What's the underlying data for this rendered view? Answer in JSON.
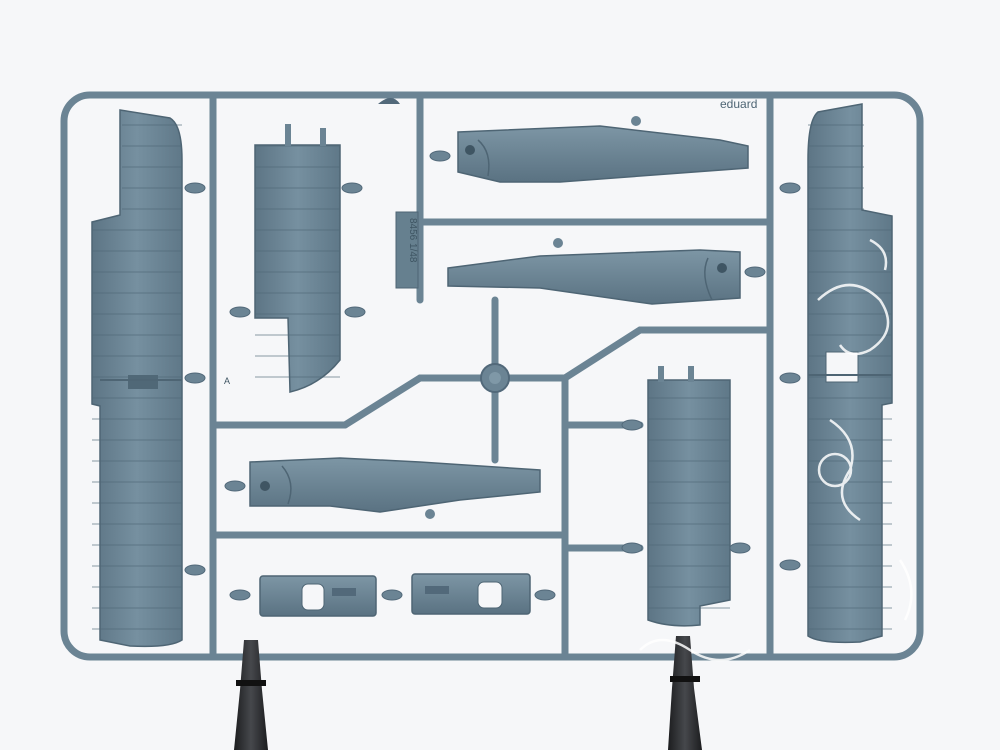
{
  "scene": {
    "subject": "plastic model kit sprue frame with aircraft parts",
    "background_color": "#f6f7f9",
    "plastic_color": "#6b8494",
    "plastic_dark": "#4e6574",
    "plastic_light": "#8aa1af",
    "stand_color": "#2a2b2d"
  },
  "sprue_text": {
    "brand": "eduard",
    "part_code": "8456 1/48",
    "letter": "A"
  },
  "watermark": {
    "text": "",
    "color": "#ffffff"
  }
}
